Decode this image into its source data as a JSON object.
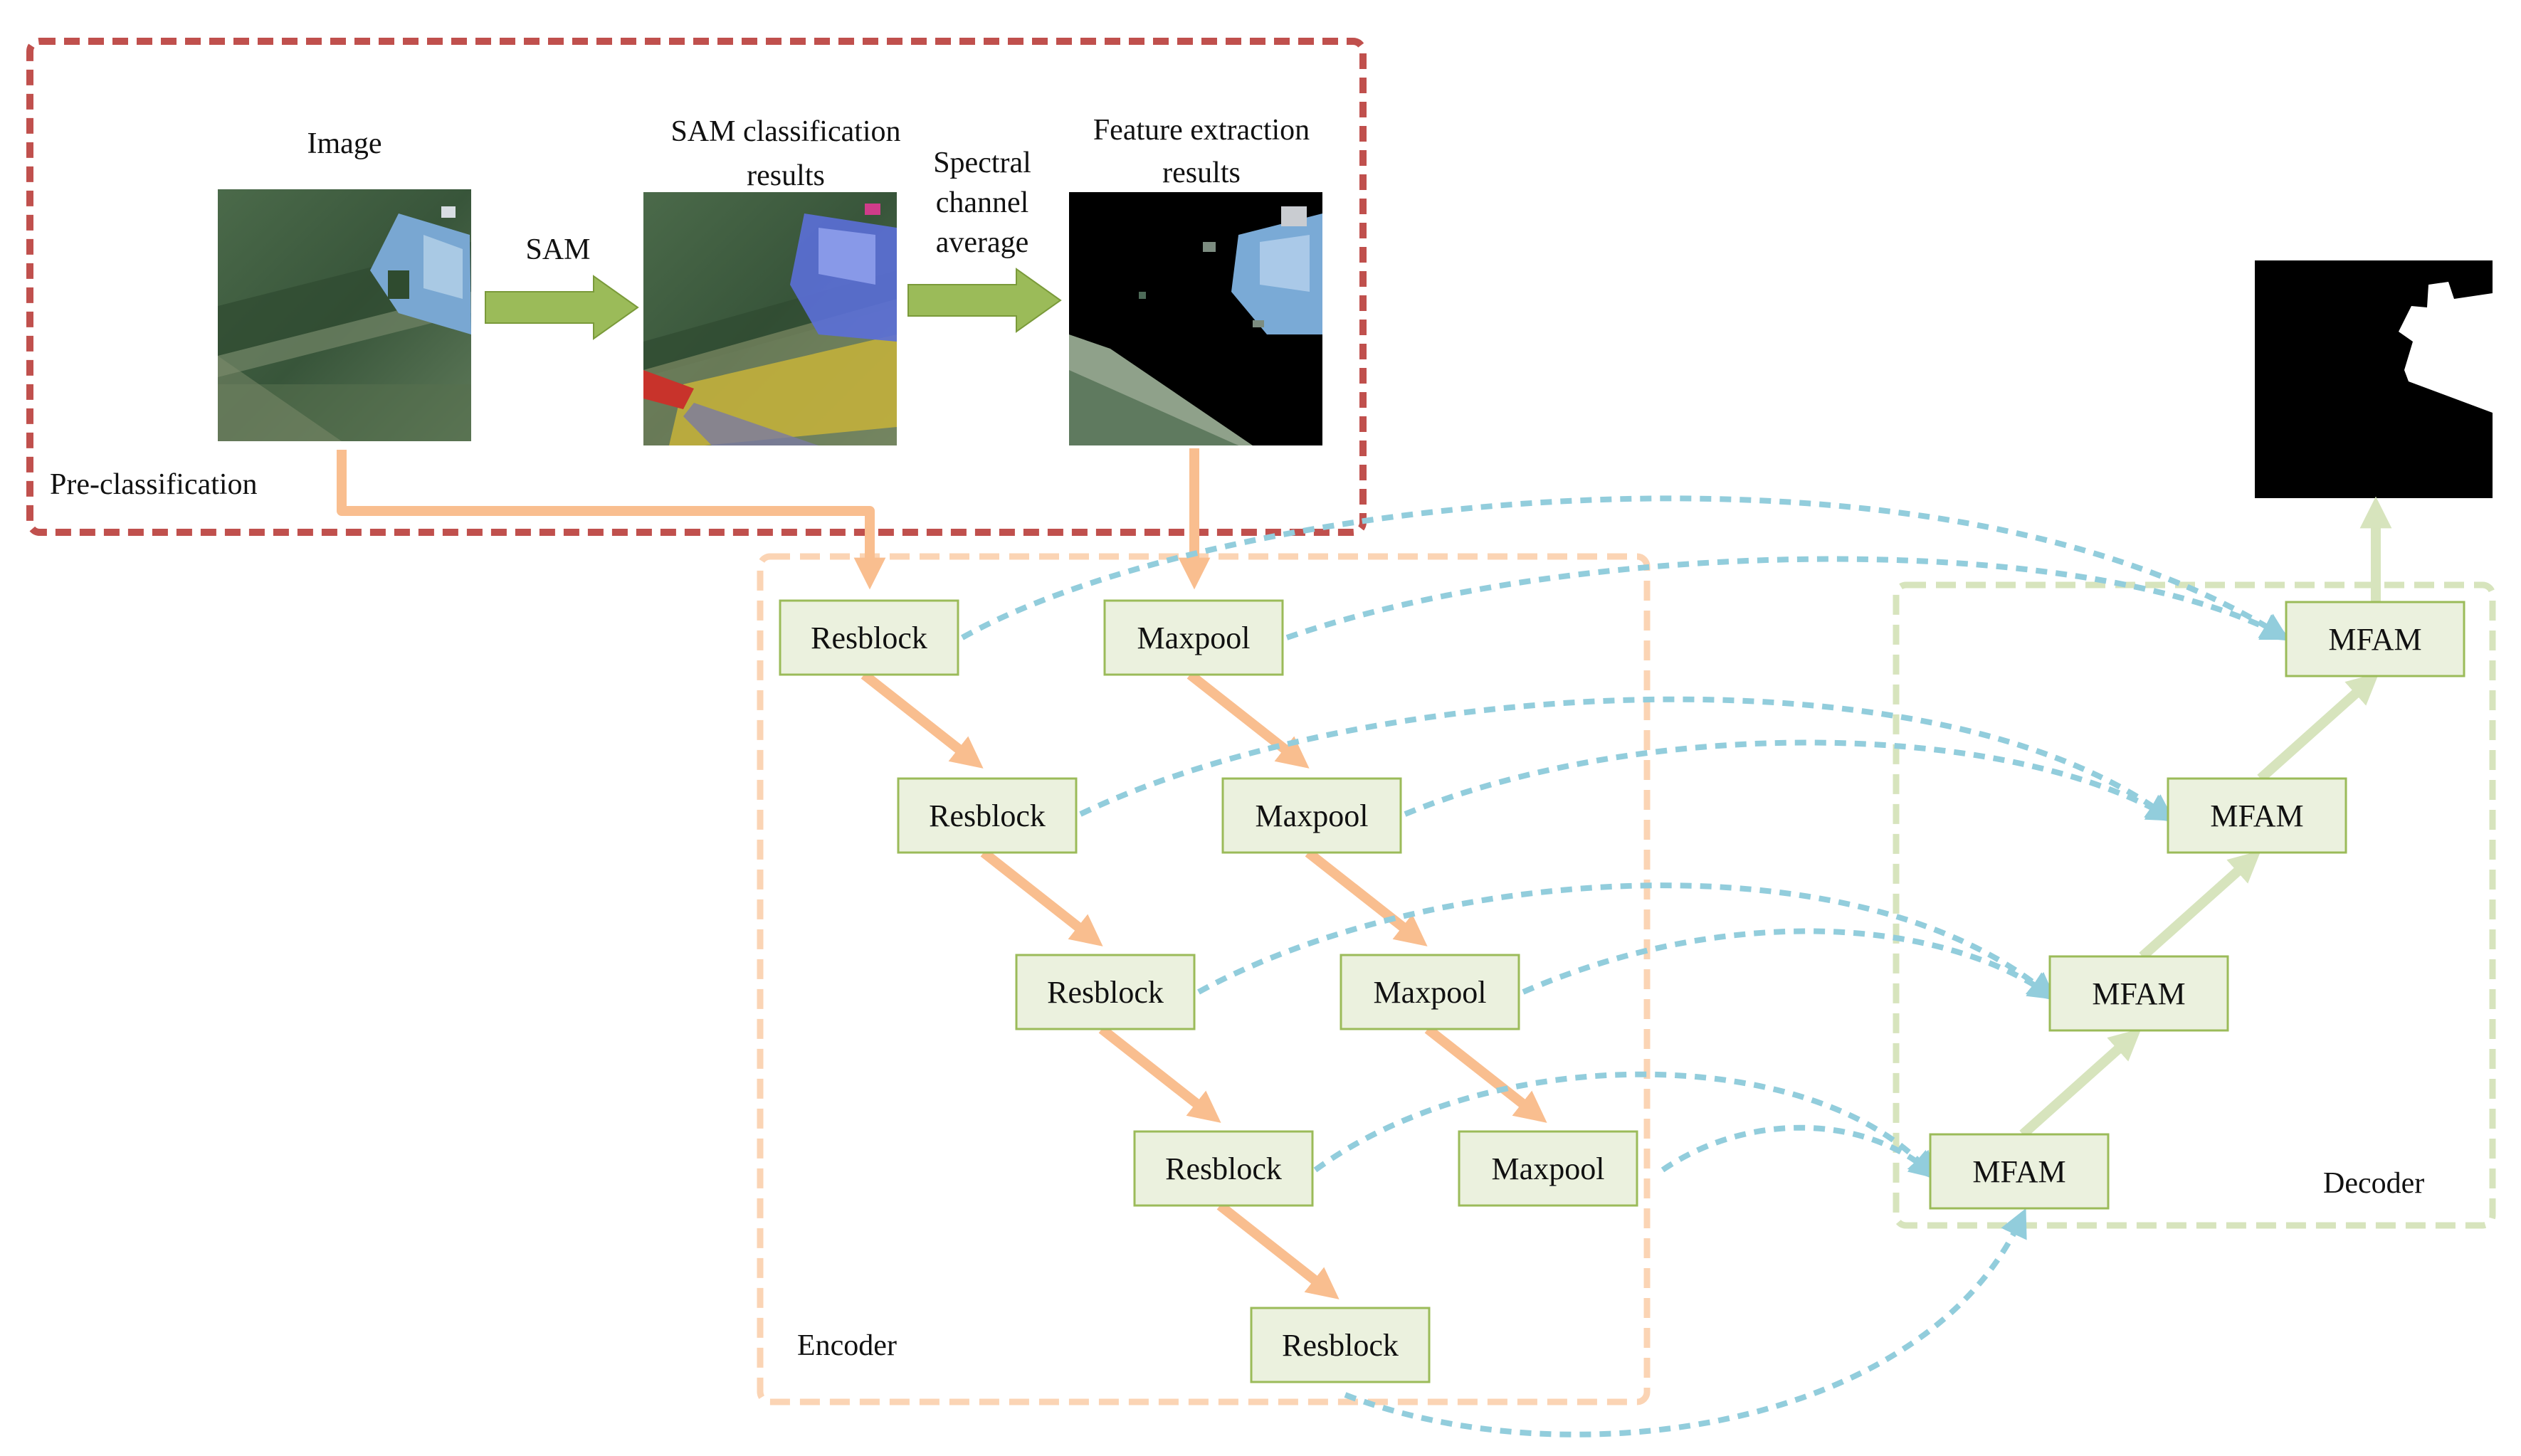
{
  "preclassification": {
    "label": "Pre-classification",
    "image_label": "Image",
    "sam_arrow_label": "SAM",
    "sam_results_label_line1": "SAM classification",
    "sam_results_label_line2": "results",
    "spectral_label_line1": "Spectral",
    "spectral_label_line2": "channel",
    "spectral_label_line3": "average",
    "feature_label_line1": "Feature extraction",
    "feature_label_line2": "results"
  },
  "encoder": {
    "label": "Encoder",
    "resblocks": [
      "Resblock",
      "Resblock",
      "Resblock",
      "Resblock",
      "Resblock"
    ],
    "maxpools": [
      "Maxpool",
      "Maxpool",
      "Maxpool",
      "Maxpool"
    ]
  },
  "decoder": {
    "label": "Decoder",
    "mfam": [
      "MFAM",
      "MFAM",
      "MFAM",
      "MFAM"
    ]
  },
  "colors": {
    "preclass_border": "#c0504d",
    "encoder_border": "#fbd4b4",
    "decoder_border": "#d7e4bd",
    "node_fill": "#ebf1de",
    "node_border": "#9bbb59",
    "encoder_arrow": "#f9be8f",
    "decoder_arrow": "#d7e4bd",
    "skip_arrow": "#92cddc",
    "sam_arrow": "#9bbb59"
  }
}
